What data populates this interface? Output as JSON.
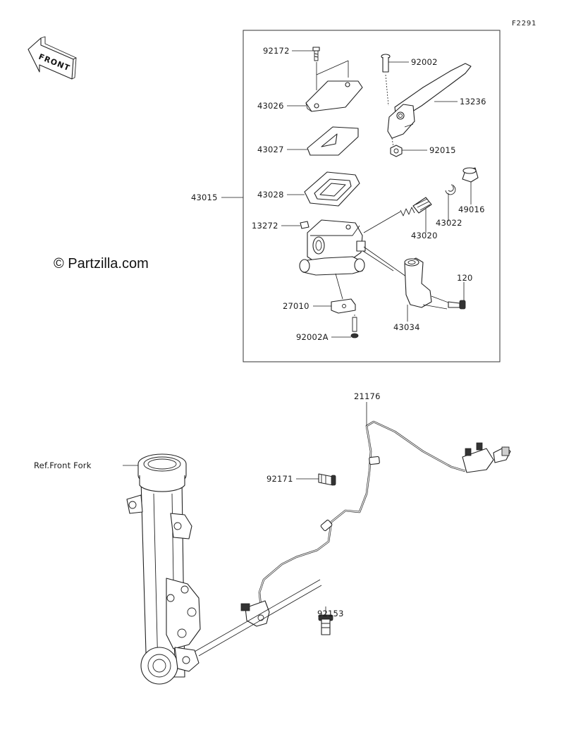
{
  "diagram": {
    "code": "F2291",
    "watermark": "© Partzilla.com",
    "front_badge": "FRONT",
    "assembly_label": "43015",
    "part_labels": {
      "p92172": "92172",
      "p43026": "43026",
      "p43027": "43027",
      "p43028": "43028",
      "p13272": "13272",
      "p27010": "27010",
      "p92002A": "92002A",
      "p92002": "92002",
      "p13236": "13236",
      "p92015": "92015",
      "p49016": "49016",
      "p43022": "43022",
      "p43020": "43020",
      "p120": "120",
      "p43034": "43034",
      "p21176": "21176",
      "ref_front_fork": "Ref.Front Fork",
      "p92171": "92171",
      "p92153": "92153"
    }
  }
}
